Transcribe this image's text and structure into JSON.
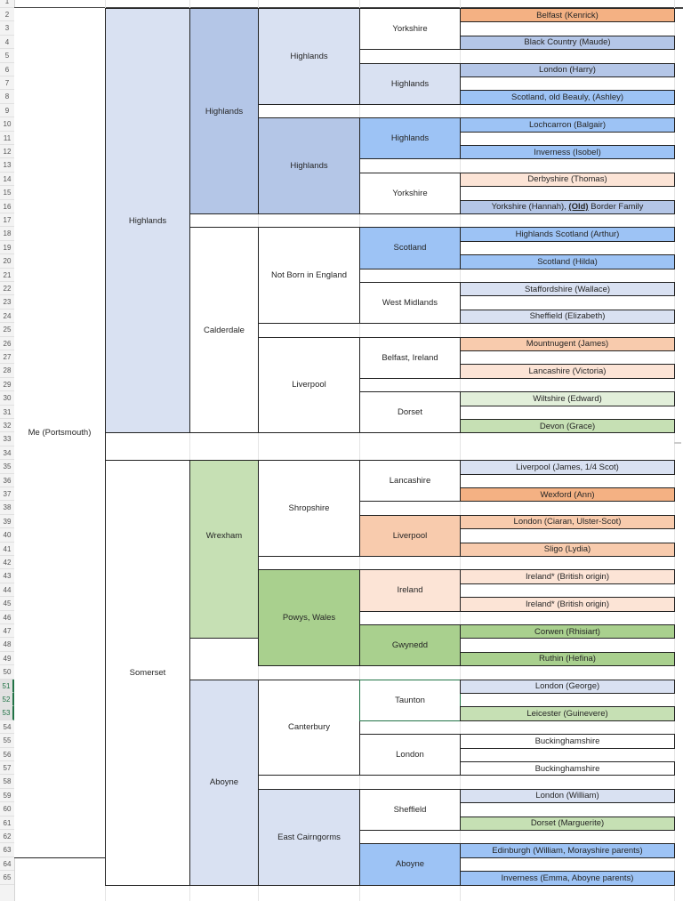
{
  "sheet": {
    "row_start": 1,
    "row_end": 65,
    "selected_rows": [
      51,
      52,
      53
    ],
    "colors": {
      "white": "#FFFFFF",
      "blue_light": "#D9E1F2",
      "blue_mid": "#B4C6E7",
      "blue_bright": "#9DC3F5",
      "orange_strong": "#F4B183",
      "orange_mid": "#F8CBAD",
      "orange_light": "#FCE4D6",
      "green_light": "#E2EFDA",
      "green_mid": "#C6E0B4",
      "green_strong": "#A9D08E",
      "selection_border": "#217346"
    }
  },
  "tree": {
    "gen0": [
      {
        "label": "Me (Portsmouth)",
        "r1": 2,
        "r2": 63,
        "color": "white"
      }
    ],
    "gen1": [
      {
        "label": "Highlands",
        "r1": 2,
        "r2": 32,
        "color": "blue_light"
      },
      {
        "label": "Somerset",
        "r1": 35,
        "r2": 65,
        "color": "white",
        "label_row": 50
      }
    ],
    "gen2": [
      {
        "label": "Highlands",
        "r1": 2,
        "r2": 16,
        "color": "blue_mid",
        "label_row": 9
      },
      {
        "label": "Calderdale",
        "r1": 18,
        "r2": 32,
        "color": "white",
        "label_row": 25
      },
      {
        "label": "Wrexham",
        "r1": 35,
        "r2": 47,
        "color": "green_mid",
        "label_row": 40
      },
      {
        "label": "Aboyne",
        "r1": 51,
        "r2": 65,
        "color": "blue_light",
        "label_row": 58
      }
    ],
    "gen3": [
      {
        "label": "Highlands",
        "r1": 2,
        "r2": 8,
        "color": "blue_light"
      },
      {
        "label": "Highlands",
        "r1": 10,
        "r2": 16,
        "color": "blue_mid"
      },
      {
        "label": "Not Born in England",
        "r1": 18,
        "r2": 24,
        "color": "white"
      },
      {
        "label": "Liverpool",
        "r1": 26,
        "r2": 32,
        "color": "white"
      },
      {
        "label": "Shropshire",
        "r1": 35,
        "r2": 41,
        "color": "white"
      },
      {
        "label": "Powys, Wales",
        "r1": 43,
        "r2": 49,
        "color": "green_strong"
      },
      {
        "label": "Canterbury",
        "r1": 51,
        "r2": 57,
        "color": "white"
      },
      {
        "label": "East Cairngorms",
        "r1": 59,
        "r2": 65,
        "color": "blue_light"
      }
    ],
    "gen4": [
      {
        "label": "Yorkshire",
        "r1": 2,
        "r2": 4,
        "color": "white"
      },
      {
        "label": "Highlands",
        "r1": 6,
        "r2": 8,
        "color": "blue_light"
      },
      {
        "label": "Highlands",
        "r1": 10,
        "r2": 12,
        "color": "blue_bright"
      },
      {
        "label": "Yorkshire",
        "r1": 14,
        "r2": 16,
        "color": "white"
      },
      {
        "label": "Scotland",
        "r1": 18,
        "r2": 20,
        "color": "blue_bright"
      },
      {
        "label": "West Midlands",
        "r1": 22,
        "r2": 24,
        "color": "white"
      },
      {
        "label": "Belfast, Ireland",
        "r1": 26,
        "r2": 28,
        "color": "white"
      },
      {
        "label": "Dorset",
        "r1": 30,
        "r2": 32,
        "color": "white"
      },
      {
        "label": "Lancashire",
        "r1": 35,
        "r2": 37,
        "color": "white"
      },
      {
        "label": "Liverpool",
        "r1": 39,
        "r2": 41,
        "color": "orange_mid"
      },
      {
        "label": "Ireland",
        "r1": 43,
        "r2": 45,
        "color": "orange_light"
      },
      {
        "label": "Gwynedd",
        "r1": 47,
        "r2": 49,
        "color": "green_strong"
      },
      {
        "label": "Taunton",
        "r1": 51,
        "r2": 53,
        "color": "white",
        "selected": true
      },
      {
        "label": "London",
        "r1": 55,
        "r2": 57,
        "color": "white"
      },
      {
        "label": "Sheffield",
        "r1": 59,
        "r2": 61,
        "color": "white"
      },
      {
        "label": "Aboyne",
        "r1": 63,
        "r2": 65,
        "color": "blue_bright"
      }
    ],
    "gen5": [
      {
        "label": "Belfast (Kenrick)",
        "r": 2,
        "color": "orange_strong"
      },
      {
        "label": "Black Country (Maude)",
        "r": 4,
        "color": "blue_mid"
      },
      {
        "label": "London (Harry)",
        "r": 6,
        "color": "blue_mid"
      },
      {
        "label": "Scotland, old Beauly, (Ashley)",
        "r": 8,
        "color": "blue_bright"
      },
      {
        "label": "Lochcarron (Balgair)",
        "r": 10,
        "color": "blue_bright"
      },
      {
        "label": "Inverness (Isobel)",
        "r": 12,
        "color": "blue_bright"
      },
      {
        "label": "Derbyshire (Thomas)",
        "r": 14,
        "color": "orange_light"
      },
      {
        "label": "Yorkshire (Hannah), (Old)  Border Family",
        "r": 16,
        "color": "blue_mid"
      },
      {
        "label": "Highlands Scotland (Arthur)",
        "r": 18,
        "color": "blue_bright"
      },
      {
        "label": "Scotland (Hilda)",
        "r": 20,
        "color": "blue_bright"
      },
      {
        "label": "Staffordshire (Wallace)",
        "r": 22,
        "color": "blue_light"
      },
      {
        "label": "Sheffield (Elizabeth)",
        "r": 24,
        "color": "blue_light"
      },
      {
        "label": "Mountnugent (James)",
        "r": 26,
        "color": "orange_mid"
      },
      {
        "label": "Lancashire (Victoria)",
        "r": 28,
        "color": "orange_light"
      },
      {
        "label": "Wiltshire (Edward)",
        "r": 30,
        "color": "green_light"
      },
      {
        "label": "Devon (Grace)",
        "r": 32,
        "color": "green_mid"
      },
      {
        "label": "Liverpool (James, 1/4 Scot)",
        "r": 35,
        "color": "blue_light"
      },
      {
        "label": "Wexford (Ann)",
        "r": 37,
        "color": "orange_strong"
      },
      {
        "label": "London (Ciaran, Ulster-Scot)",
        "r": 39,
        "color": "orange_mid"
      },
      {
        "label": "Sligo (Lydia)",
        "r": 41,
        "color": "orange_mid"
      },
      {
        "label": "Ireland* (British origin)",
        "r": 43,
        "color": "orange_light"
      },
      {
        "label": "Ireland* (British origin)",
        "r": 45,
        "color": "orange_light"
      },
      {
        "label": "Corwen (Rhisiart)",
        "r": 47,
        "color": "green_strong"
      },
      {
        "label": "Ruthin (Hefina)",
        "r": 49,
        "color": "green_strong"
      },
      {
        "label": "London (George)",
        "r": 51,
        "color": "blue_light"
      },
      {
        "label": "Leicester (Guinevere)",
        "r": 53,
        "color": "green_mid"
      },
      {
        "label": "Buckinghamshire",
        "r": 55,
        "color": "white"
      },
      {
        "label": "Buckinghamshire",
        "r": 57,
        "color": "white"
      },
      {
        "label": "London (William)",
        "r": 59,
        "color": "blue_light"
      },
      {
        "label": "Dorset (Marguerite)",
        "r": 61,
        "color": "green_mid"
      },
      {
        "label": "Edinburgh (William, Morayshire parents)",
        "r": 63,
        "color": "blue_bright"
      },
      {
        "label": "Inverness (Emma, Aboyne parents)",
        "r": 65,
        "color": "blue_bright"
      }
    ]
  }
}
